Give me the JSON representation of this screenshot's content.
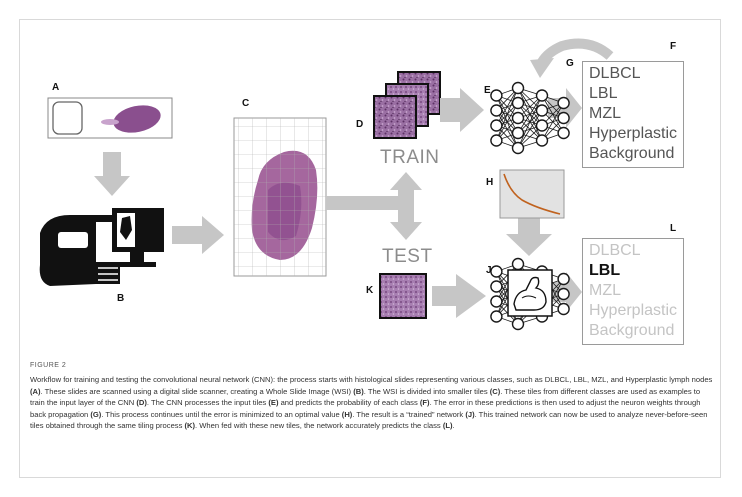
{
  "figure": {
    "label": "FIGURE 2",
    "panel_letters": [
      "A",
      "B",
      "C",
      "D",
      "E",
      "F",
      "G",
      "H",
      "J",
      "K",
      "L"
    ],
    "train_word": "TRAIN",
    "test_word": "TEST",
    "train_classes": [
      "DLBCL",
      "LBL",
      "MZL",
      "Hyperplastic",
      "Background"
    ],
    "test_classes": [
      "DLBCL",
      "LBL",
      "MZL",
      "Hyperplastic",
      "Background"
    ],
    "test_predicted": "LBL",
    "colors": {
      "tissue": "#8a4f8e",
      "arrow": "#c6c6c6",
      "loss_curve": "#c0621e",
      "network": "#1a1a1a"
    },
    "icons": [
      "glass-slide",
      "scanner-computer",
      "wsi-grid",
      "tile-stack",
      "neural-network",
      "loss-curve",
      "muscle-arm"
    ]
  },
  "caption": {
    "s1": "Workflow for training and testing the convolutional neural network (CNN): the process starts with histological slides representing various classes, such as DLBCL, LBL, MZL, and Hyperplastic lymph nodes ",
    "s1_ref": "(A)",
    "s2": ". These slides are scanned using a digital slide scanner, creating a Whole Slide Image (WSI) ",
    "s2_ref": "(B)",
    "s3": ". The WSI is divided into smaller tiles ",
    "s3_ref": "(C)",
    "s4": ". These tiles from different classes are used as examples to train the input layer of the CNN ",
    "s4_ref": "(D)",
    "s5": ". The CNN processes the input tiles ",
    "s5_ref": "(E)",
    "s6": " and predicts the probability of each class ",
    "s6_ref": "(F)",
    "s7": ". The error in these predictions is then used to adjust the neuron weights through back propagation ",
    "s7_ref": "(G)",
    "s8": ". This process continues until the error is minimized to an optimal value ",
    "s8_ref": "(H)",
    "s9": ". The result is a “trained” network ",
    "s9_ref": "(J)",
    "s10": ". This trained network can now be used to analyze never-before-seen tiles obtained through the same tiling process ",
    "s10_ref": "(K)",
    "s11": ". When fed with these new tiles, the network accurately predicts the class ",
    "s11_ref": "(L)",
    "s12": "."
  }
}
